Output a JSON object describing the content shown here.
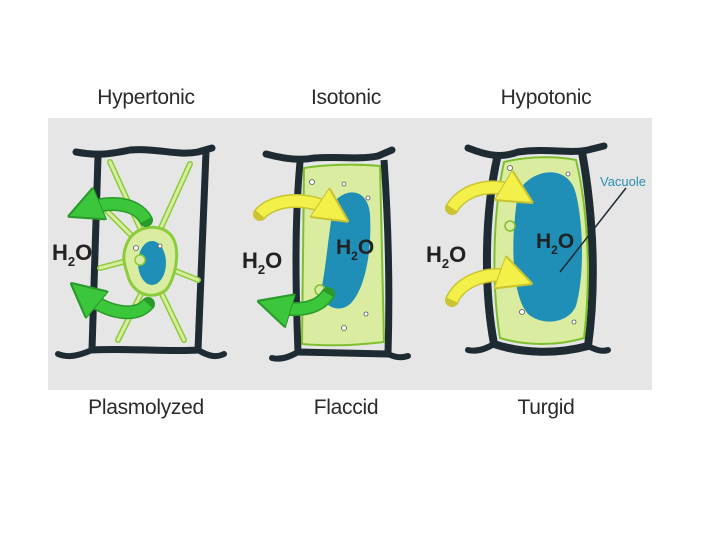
{
  "cells": [
    {
      "condition": "Hypertonic",
      "state": "Plasmolyzed"
    },
    {
      "condition": "Isotonic",
      "state": "Flaccid"
    },
    {
      "condition": "Hypotonic",
      "state": "Turgid"
    }
  ],
  "water_label": {
    "h": "H",
    "sub": "2",
    "o": "O"
  },
  "vacuole_label": "Vacuole",
  "colors": {
    "background": "#e6e6e6",
    "wall": "#1e2b33",
    "cytoplasm": "#d9eca0",
    "cytoplasm_outline": "#7fbf2e",
    "vacuole": "#1f8fb8",
    "arrow_out": "#3cc63c",
    "arrow_in": "#f4f04a"
  }
}
